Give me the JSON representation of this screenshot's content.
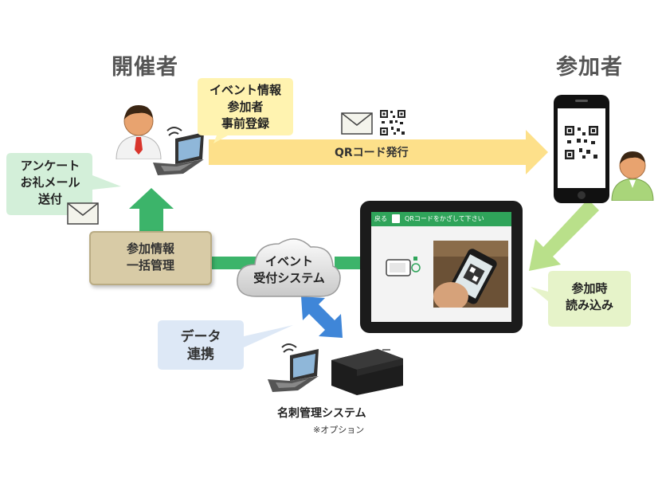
{
  "roles": {
    "organizer": "開催者",
    "participant": "参加者"
  },
  "bubbles": {
    "event_info": [
      "イベント情報",
      "参加者",
      "事前登録"
    ],
    "survey": [
      "アンケート",
      "お礼メール",
      "送付"
    ],
    "checkin": [
      "参加時",
      "読み込み"
    ],
    "data_link": [
      "データ",
      "連携"
    ]
  },
  "arrows": {
    "qr_issue": "QRコード発行"
  },
  "boxes": {
    "bulk_manage": [
      "参加情報",
      "一括管理"
    ]
  },
  "cloud": {
    "label": [
      "イベント",
      "受付システム"
    ]
  },
  "tablet": {
    "back_label": "戻る",
    "header_text": "QRコードをかざして下さい"
  },
  "scanner": {
    "caption": "名刺管理システム",
    "note": "※オプション"
  },
  "colors": {
    "yellow_arrow": "#fde08a",
    "green_arrow": "#3cb46a",
    "light_green_arrow": "#b9e08a",
    "blue_arrow": "#3f86d8",
    "tan_box": "#d8cba6"
  }
}
